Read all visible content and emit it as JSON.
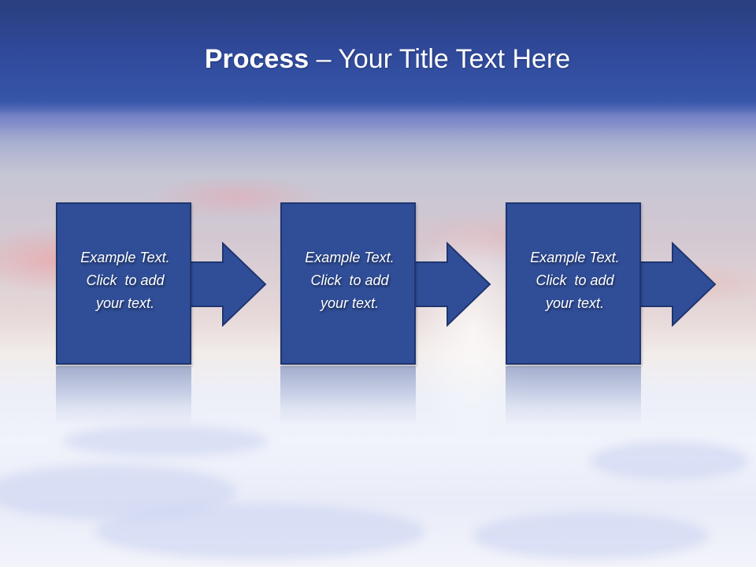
{
  "slide": {
    "title_bold": "Process",
    "title_rest": " – Your Title Text Here",
    "colors": {
      "header": "#30499a",
      "box_fill": "#304e98",
      "box_border": "#1f3570",
      "text": "#ffffff"
    },
    "steps": [
      {
        "line1": "Example Text.",
        "line2": "Click  to add",
        "line3": "your text."
      },
      {
        "line1": "Example Text.",
        "line2": "Click  to add",
        "line3": "your text."
      },
      {
        "line1": "Example Text.",
        "line2": "Click  to add",
        "line3": "your text."
      }
    ]
  }
}
